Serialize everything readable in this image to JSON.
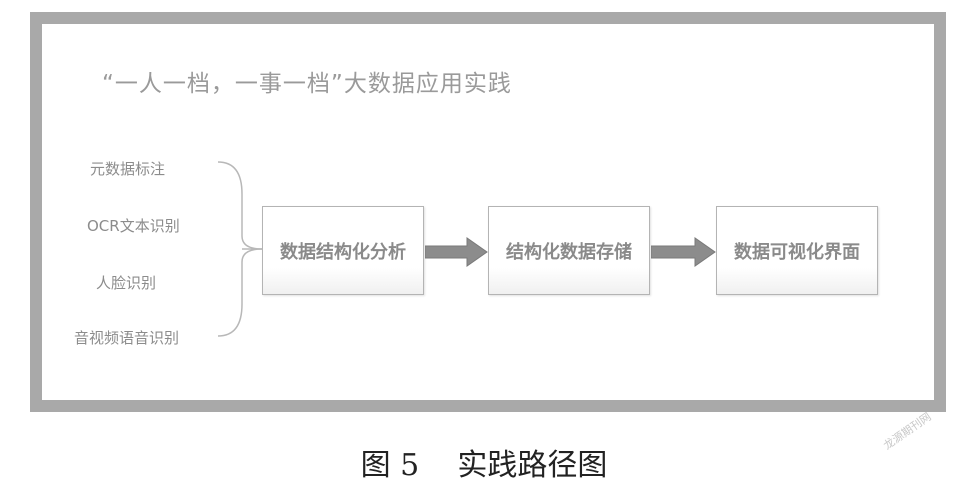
{
  "diagram": {
    "title": "“一人一档，一事一档”大数据应用实践",
    "inputs": [
      "元数据标注",
      "OCR文本识别",
      "人脸识别",
      "音视频语音识别"
    ],
    "steps": [
      "数据结构化分析",
      "结构化数据存储",
      "数据可视化界面"
    ]
  },
  "caption": "图 5    实践路径图",
  "watermark": "龙源期刊网",
  "colors": {
    "frame": "#a9a9a9",
    "arrow": "#8c8c8c",
    "box_border": "#b4b4b4",
    "text_gray": "#8a8a8a",
    "caption": "#222222"
  }
}
